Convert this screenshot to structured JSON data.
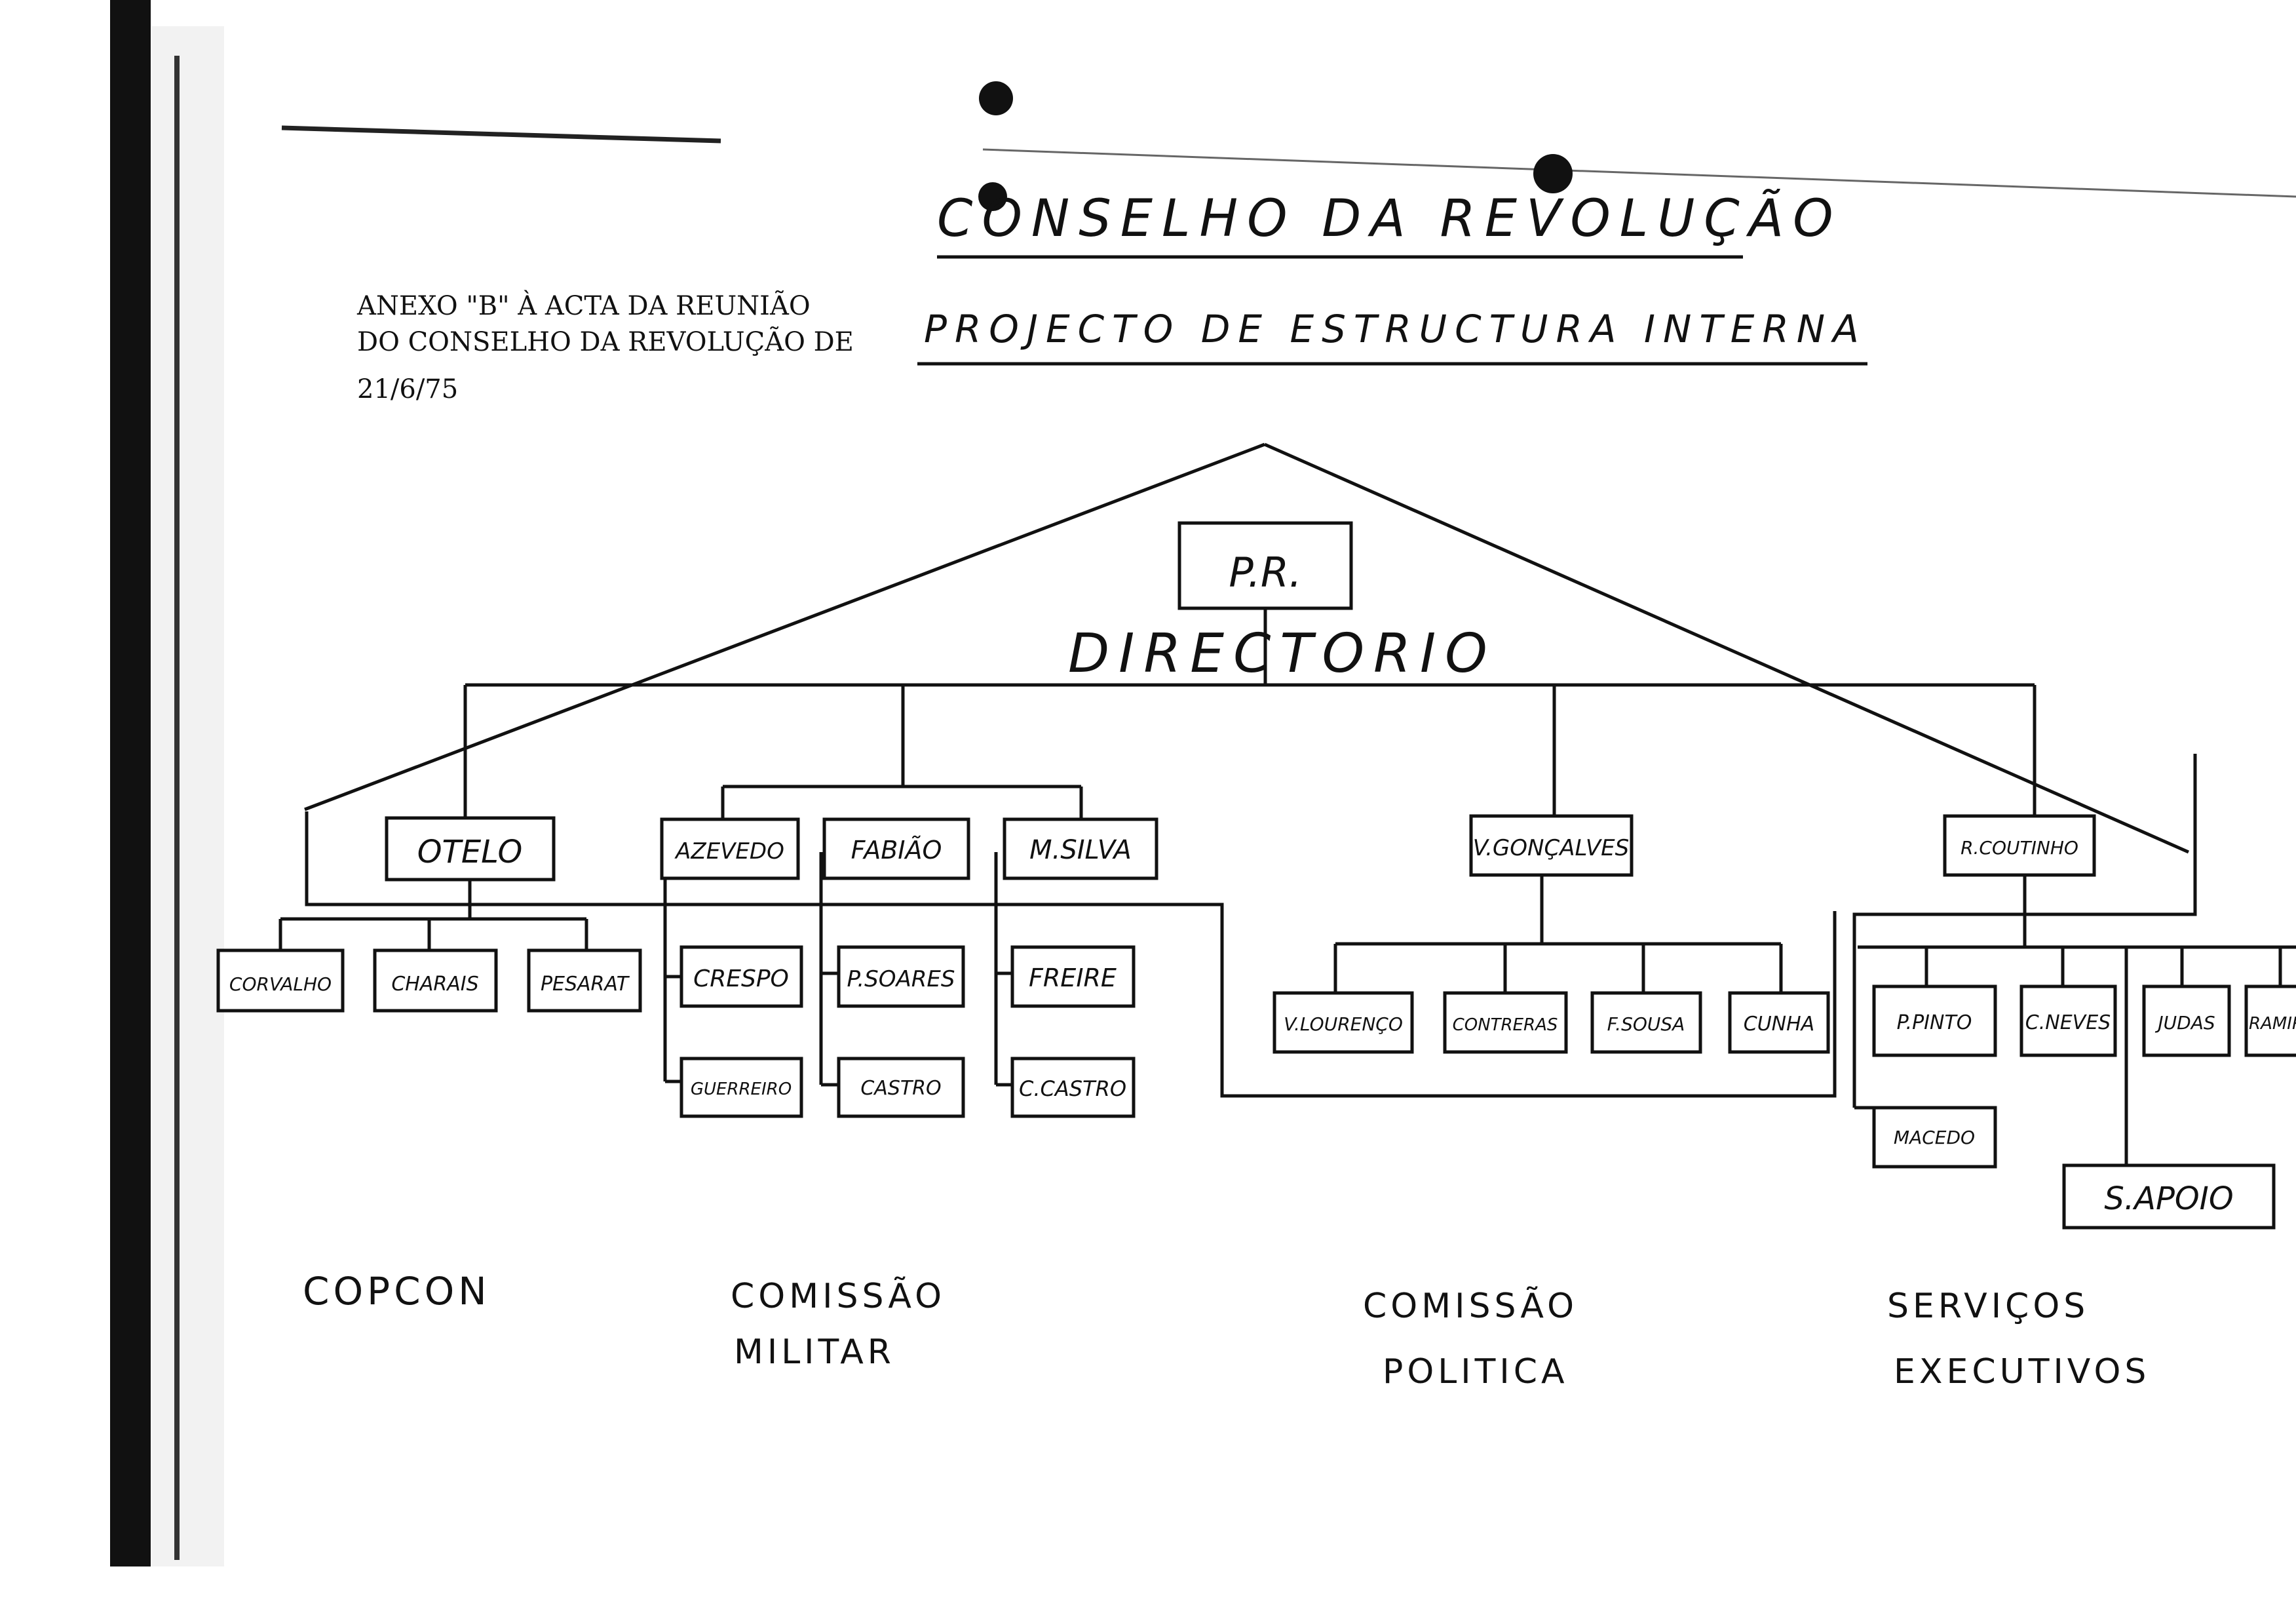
{
  "header": {
    "title": "CONSELHO DA REVOLUÇÃO",
    "subtitle": "PROJECTO DE ESTRUCTURA INTERNA",
    "annex_line1": "ANEXO \"B\" À ACTA DA REUNIÃO",
    "annex_line2": "DO CONSELHO DA REVOLUÇÃO DE",
    "annex_line3": "21/6/75"
  },
  "top": {
    "pr": "P.R.",
    "directorio": "DIRECTORIO"
  },
  "copcon": {
    "head": "OTELO",
    "members": [
      "CORVALHO",
      "CHARAIS",
      "PESARAT"
    ],
    "label": "COPCON"
  },
  "military": {
    "heads": [
      "AZEVEDO",
      "FABIÃO",
      "M.SILVA"
    ],
    "col1": [
      "CRESPO",
      "GUERREIRO"
    ],
    "col2": [
      "P.SOARES",
      "CASTRO"
    ],
    "col3": [
      "FREIRE",
      "C.CASTRO"
    ],
    "label_line1": "COMISSÃO",
    "label_line2": "MILITAR"
  },
  "political": {
    "head": "V.GONÇALVES",
    "members": [
      "V.LOURENÇO",
      "CONTRERAS",
      "F.SOUSA",
      "CUNHA"
    ],
    "label_line1": "COMISSÃO",
    "label_line2": "POLITICA"
  },
  "services": {
    "head": "R.COUTINHO",
    "members": [
      "P.PINTO",
      "C.NEVES",
      "JUDAS",
      "RAMIRO"
    ],
    "extra": "MACEDO",
    "support": "S.APOIO",
    "label_line1": "SERVIÇOS",
    "label_line2": "EXECUTIVOS"
  }
}
